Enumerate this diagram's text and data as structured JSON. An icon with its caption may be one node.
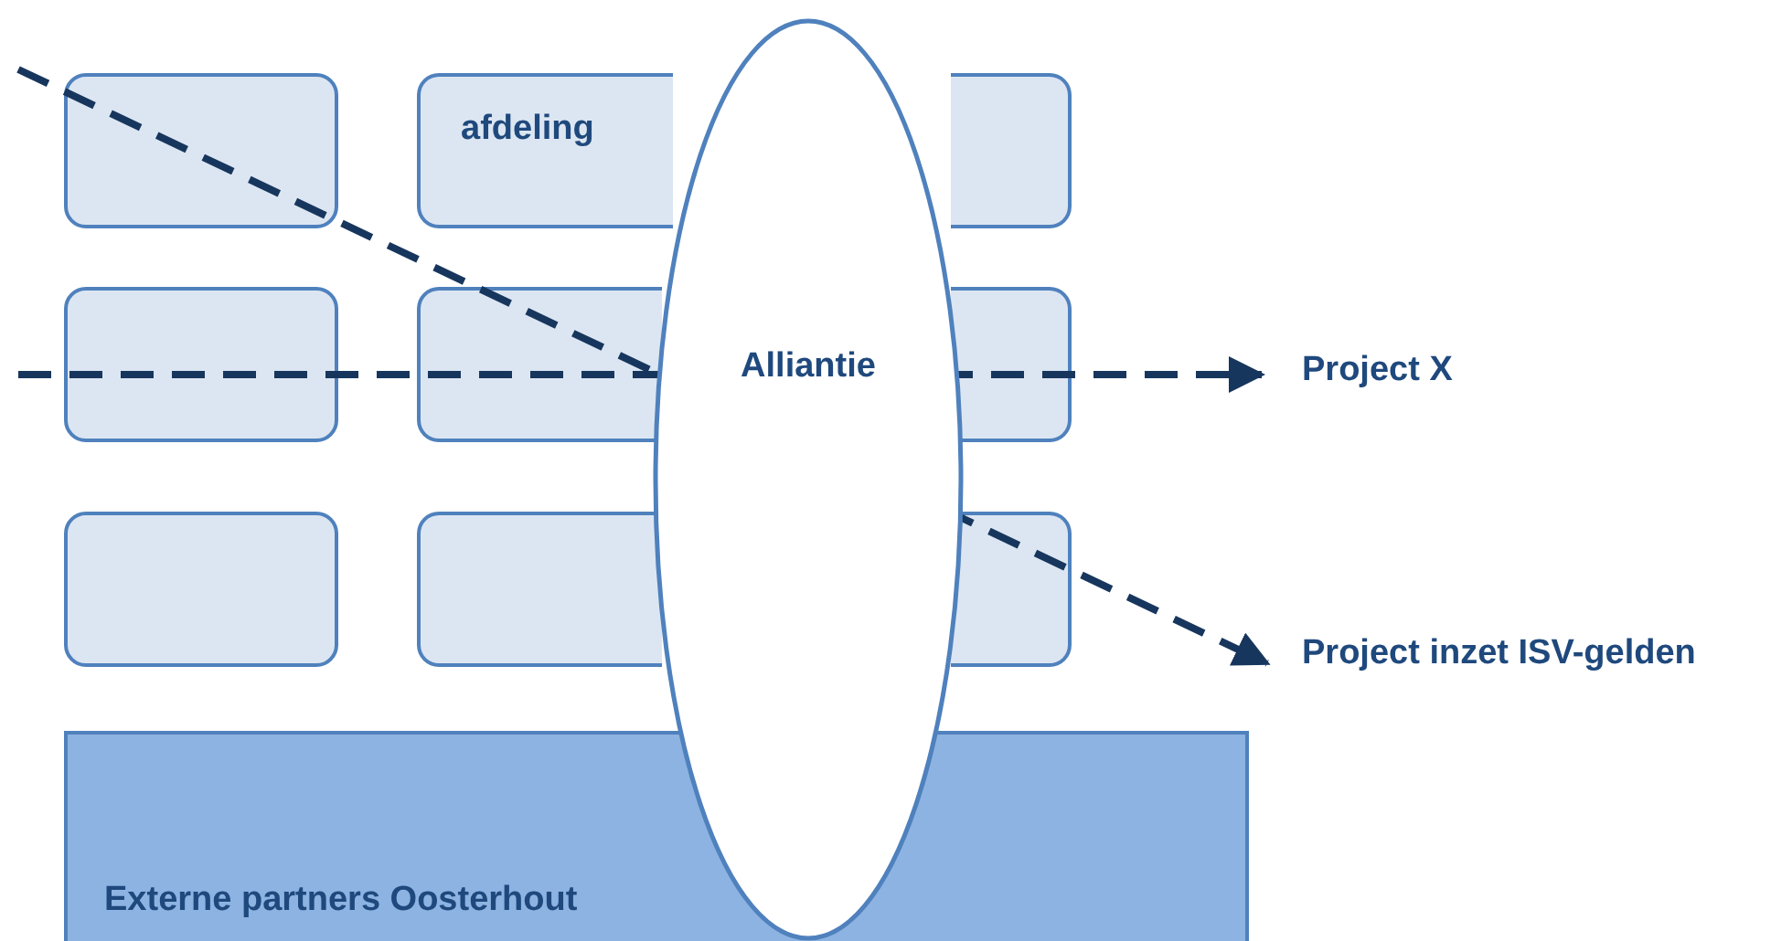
{
  "diagram": {
    "nodes": [
      {
        "text": [],
        "shape": "box"
      },
      {
        "text": [
          "afdeling"
        ]
      },
      {
        "text": [],
        "shape": "box"
      },
      {
        "text": [],
        "shape": "box"
      },
      {
        "text": [],
        "shape": "box"
      },
      {
        "text": [],
        "shape": "box"
      },
      {
        "text": [
          "Externe partners Oosterhout"
        ]
      },
      {
        "text": [
          "Alliantie"
        ]
      },
      {
        "text": [
          "Project X"
        ]
      },
      {
        "text": [
          "Project inzet ISV-gelden"
        ]
      }
    ],
    "edges": [
      {
        "from": null,
        "to": 8,
        "arrow": "to",
        "style": "dashed"
      },
      {
        "from": null,
        "to": 9,
        "arrow": "to",
        "style": "dashed"
      }
    ]
  }
}
